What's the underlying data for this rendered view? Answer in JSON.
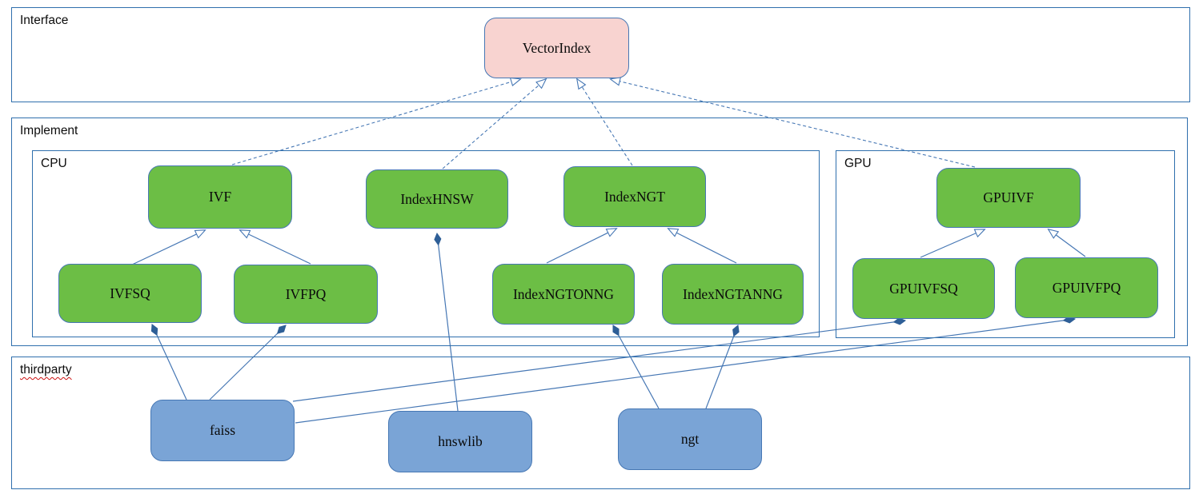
{
  "sections": {
    "interface": {
      "label": "Interface"
    },
    "implement": {
      "label": "Implement"
    },
    "cpu": {
      "label": "CPU"
    },
    "gpu": {
      "label": "GPU"
    },
    "thirdparty": {
      "label": "thirdparty"
    }
  },
  "nodes": {
    "vectorindex": {
      "label": "VectorIndex"
    },
    "ivf": {
      "label": "IVF"
    },
    "indexhnsw": {
      "label": "IndexHNSW"
    },
    "indexngt": {
      "label": "IndexNGT"
    },
    "ivfsq": {
      "label": "IVFSQ"
    },
    "ivfpq": {
      "label": "IVFPQ"
    },
    "indexngtonng": {
      "label": "IndexNGTONNG"
    },
    "indexngtanng": {
      "label": "IndexNGTANNG"
    },
    "gpuivf": {
      "label": "GPUIVF"
    },
    "gpuivfsq": {
      "label": "GPUIVFSQ"
    },
    "gpuivfpq": {
      "label": "GPUIVFPQ"
    },
    "faiss": {
      "label": "faiss"
    },
    "hnswlib": {
      "label": "hnswlib"
    },
    "ngt": {
      "label": "ngt"
    }
  },
  "edges": [
    {
      "from": "IVF",
      "to": "VectorIndex",
      "type": "realization-dashed-hollow-arrow"
    },
    {
      "from": "IndexHNSW",
      "to": "VectorIndex",
      "type": "realization-dashed-hollow-arrow"
    },
    {
      "from": "IndexNGT",
      "to": "VectorIndex",
      "type": "realization-dashed-hollow-arrow"
    },
    {
      "from": "GPUIVF",
      "to": "VectorIndex",
      "type": "realization-dashed-hollow-arrow"
    },
    {
      "from": "IVFSQ",
      "to": "IVF",
      "type": "generalization-hollow-arrow"
    },
    {
      "from": "IVFPQ",
      "to": "IVF",
      "type": "generalization-hollow-arrow"
    },
    {
      "from": "IndexNGTONNG",
      "to": "IndexNGT",
      "type": "generalization-hollow-arrow"
    },
    {
      "from": "IndexNGTANNG",
      "to": "IndexNGT",
      "type": "generalization-hollow-arrow"
    },
    {
      "from": "GPUIVFSQ",
      "to": "GPUIVF",
      "type": "generalization-hollow-arrow"
    },
    {
      "from": "GPUIVFPQ",
      "to": "GPUIVF",
      "type": "generalization-hollow-arrow"
    },
    {
      "from": "hnswlib",
      "to": "IndexHNSW",
      "type": "composition-filled-diamond"
    },
    {
      "from": "faiss",
      "to": "IVFSQ",
      "type": "composition-filled-diamond"
    },
    {
      "from": "faiss",
      "to": "IVFPQ",
      "type": "composition-filled-diamond"
    },
    {
      "from": "ngt",
      "to": "IndexNGTONNG",
      "type": "composition-filled-diamond"
    },
    {
      "from": "ngt",
      "to": "IndexNGTANNG",
      "type": "composition-filled-diamond"
    },
    {
      "from": "faiss",
      "to": "GPUIVFSQ",
      "type": "composition-filled-diamond"
    },
    {
      "from": "faiss",
      "to": "GPUIVFPQ",
      "type": "composition-filled-diamond"
    }
  ],
  "colors": {
    "interface_node_fill": "#f8d3d0",
    "implement_node_fill": "#6cbe45",
    "thirdparty_node_fill": "#7aa4d6",
    "node_border": "#4677b4",
    "section_border": "#2f6fad",
    "connector": "#4677b4",
    "diamond_fill": "#2e5f97",
    "misspell_underline": "#cc1111"
  }
}
